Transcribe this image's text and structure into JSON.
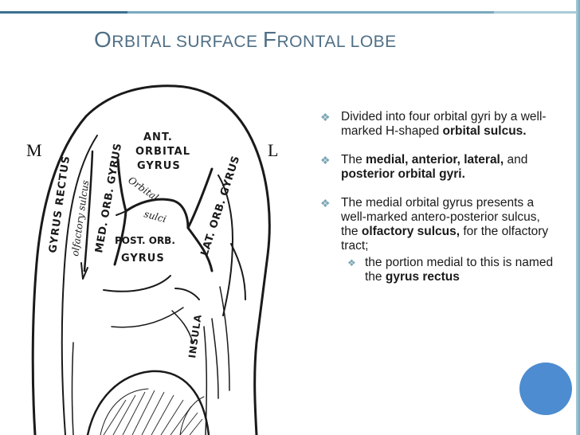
{
  "colors": {
    "title": "#4f6f86",
    "accent_dark": "#3c6f92",
    "accent_mid": "#78a9bf",
    "accent_light": "#a9cbd8",
    "bullet_marker": "#7aa6b6",
    "circle": "#4d8cd0"
  },
  "title": {
    "word1_initial": "O",
    "word1_rest": "RBITAL",
    "word2_initial": "",
    "word2_rest": "SURFACE",
    "word3_initial": "F",
    "word3_rest": "RONTAL",
    "word4_initial": "",
    "word4_rest": "LOBE"
  },
  "figure": {
    "side_left": "M",
    "side_right": "L",
    "labels": {
      "gyrus_rectus": "GYRUS RECTUS",
      "olfactory_sulcus": "olfactory sulcus",
      "med_orb_gyrus": "MED. ORB. GYRUS",
      "ant_orbital_1": "ANT.",
      "ant_orbital_2": "ORBITAL",
      "ant_orbital_3": "GYRUS",
      "orbital_sulci_1": "Orbital",
      "orbital_sulci_2": "sulci",
      "lat_orb_gyrus": "LAT. ORB. GYRUS",
      "post_orb_1": "POST. ORB.",
      "post_orb_2": "GYRUS",
      "insula": "INSULA"
    }
  },
  "bullets": [
    {
      "marker": "❖",
      "segments": [
        {
          "text": "Divided into four orbital gyri by a well-marked H-shaped ",
          "bold": false
        },
        {
          "text": "orbital sulcus.",
          "bold": true
        }
      ]
    },
    {
      "marker": "❖",
      "segments": [
        {
          "text": "The ",
          "bold": false
        },
        {
          "text": "medial, anterior, lateral,",
          "bold": true
        },
        {
          "text": " and ",
          "bold": false
        },
        {
          "text": "posterior orbital gyri.",
          "bold": true
        }
      ]
    },
    {
      "marker": "❖",
      "segments": [
        {
          "text": "The medial orbital gyrus presents a well-marked antero-posterior sulcus, the ",
          "bold": false
        },
        {
          "text": "olfactory sulcus,",
          "bold": true
        },
        {
          "text": " for the olfactory tract;",
          "bold": false
        }
      ],
      "sub": [
        {
          "marker": "❖",
          "segments": [
            {
              "text": "the portion medial to this is named the ",
              "bold": false
            },
            {
              "text": "gyrus rectus",
              "bold": true
            }
          ]
        }
      ]
    }
  ]
}
